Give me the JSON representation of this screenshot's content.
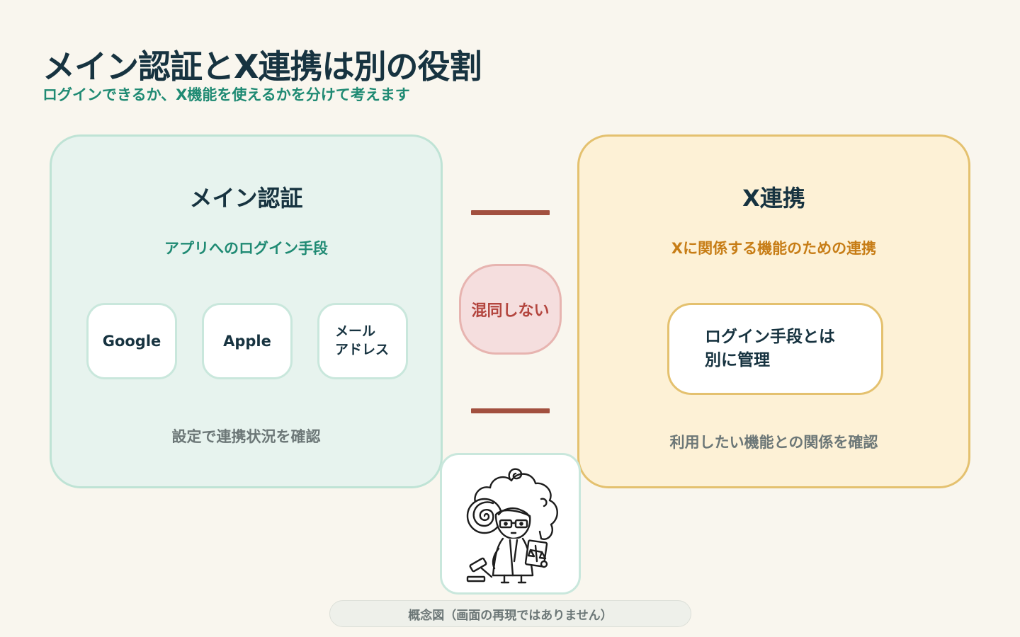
{
  "title": "メイン認証とX連携は別の役割",
  "subtitle": "ログインできるか、X機能を使えるかを分けて考えます",
  "main_auth": {
    "title": "メイン認証",
    "subtitle": "アプリへのログイン手段",
    "methods": [
      "Google",
      "Apple",
      "メール アドレス"
    ],
    "note": "設定で連携状況を確認"
  },
  "x_link": {
    "title": "X連携",
    "subtitle": "Xに関係する機能のための連携",
    "box": "ログイン手段とは 別に管理",
    "note": "利用したい機能との関係を確認"
  },
  "separator_label": "混同しない",
  "caption": "概念図（画面の再現ではありません）",
  "colors": {
    "background": "#f9f6ee",
    "teal": "#1f8a73",
    "orange": "#c77d16",
    "red": "#b3453e",
    "divider": "#a2503f"
  },
  "icons": [
    "mascot-illustration",
    "gavel-icon",
    "scales-book-icon"
  ]
}
